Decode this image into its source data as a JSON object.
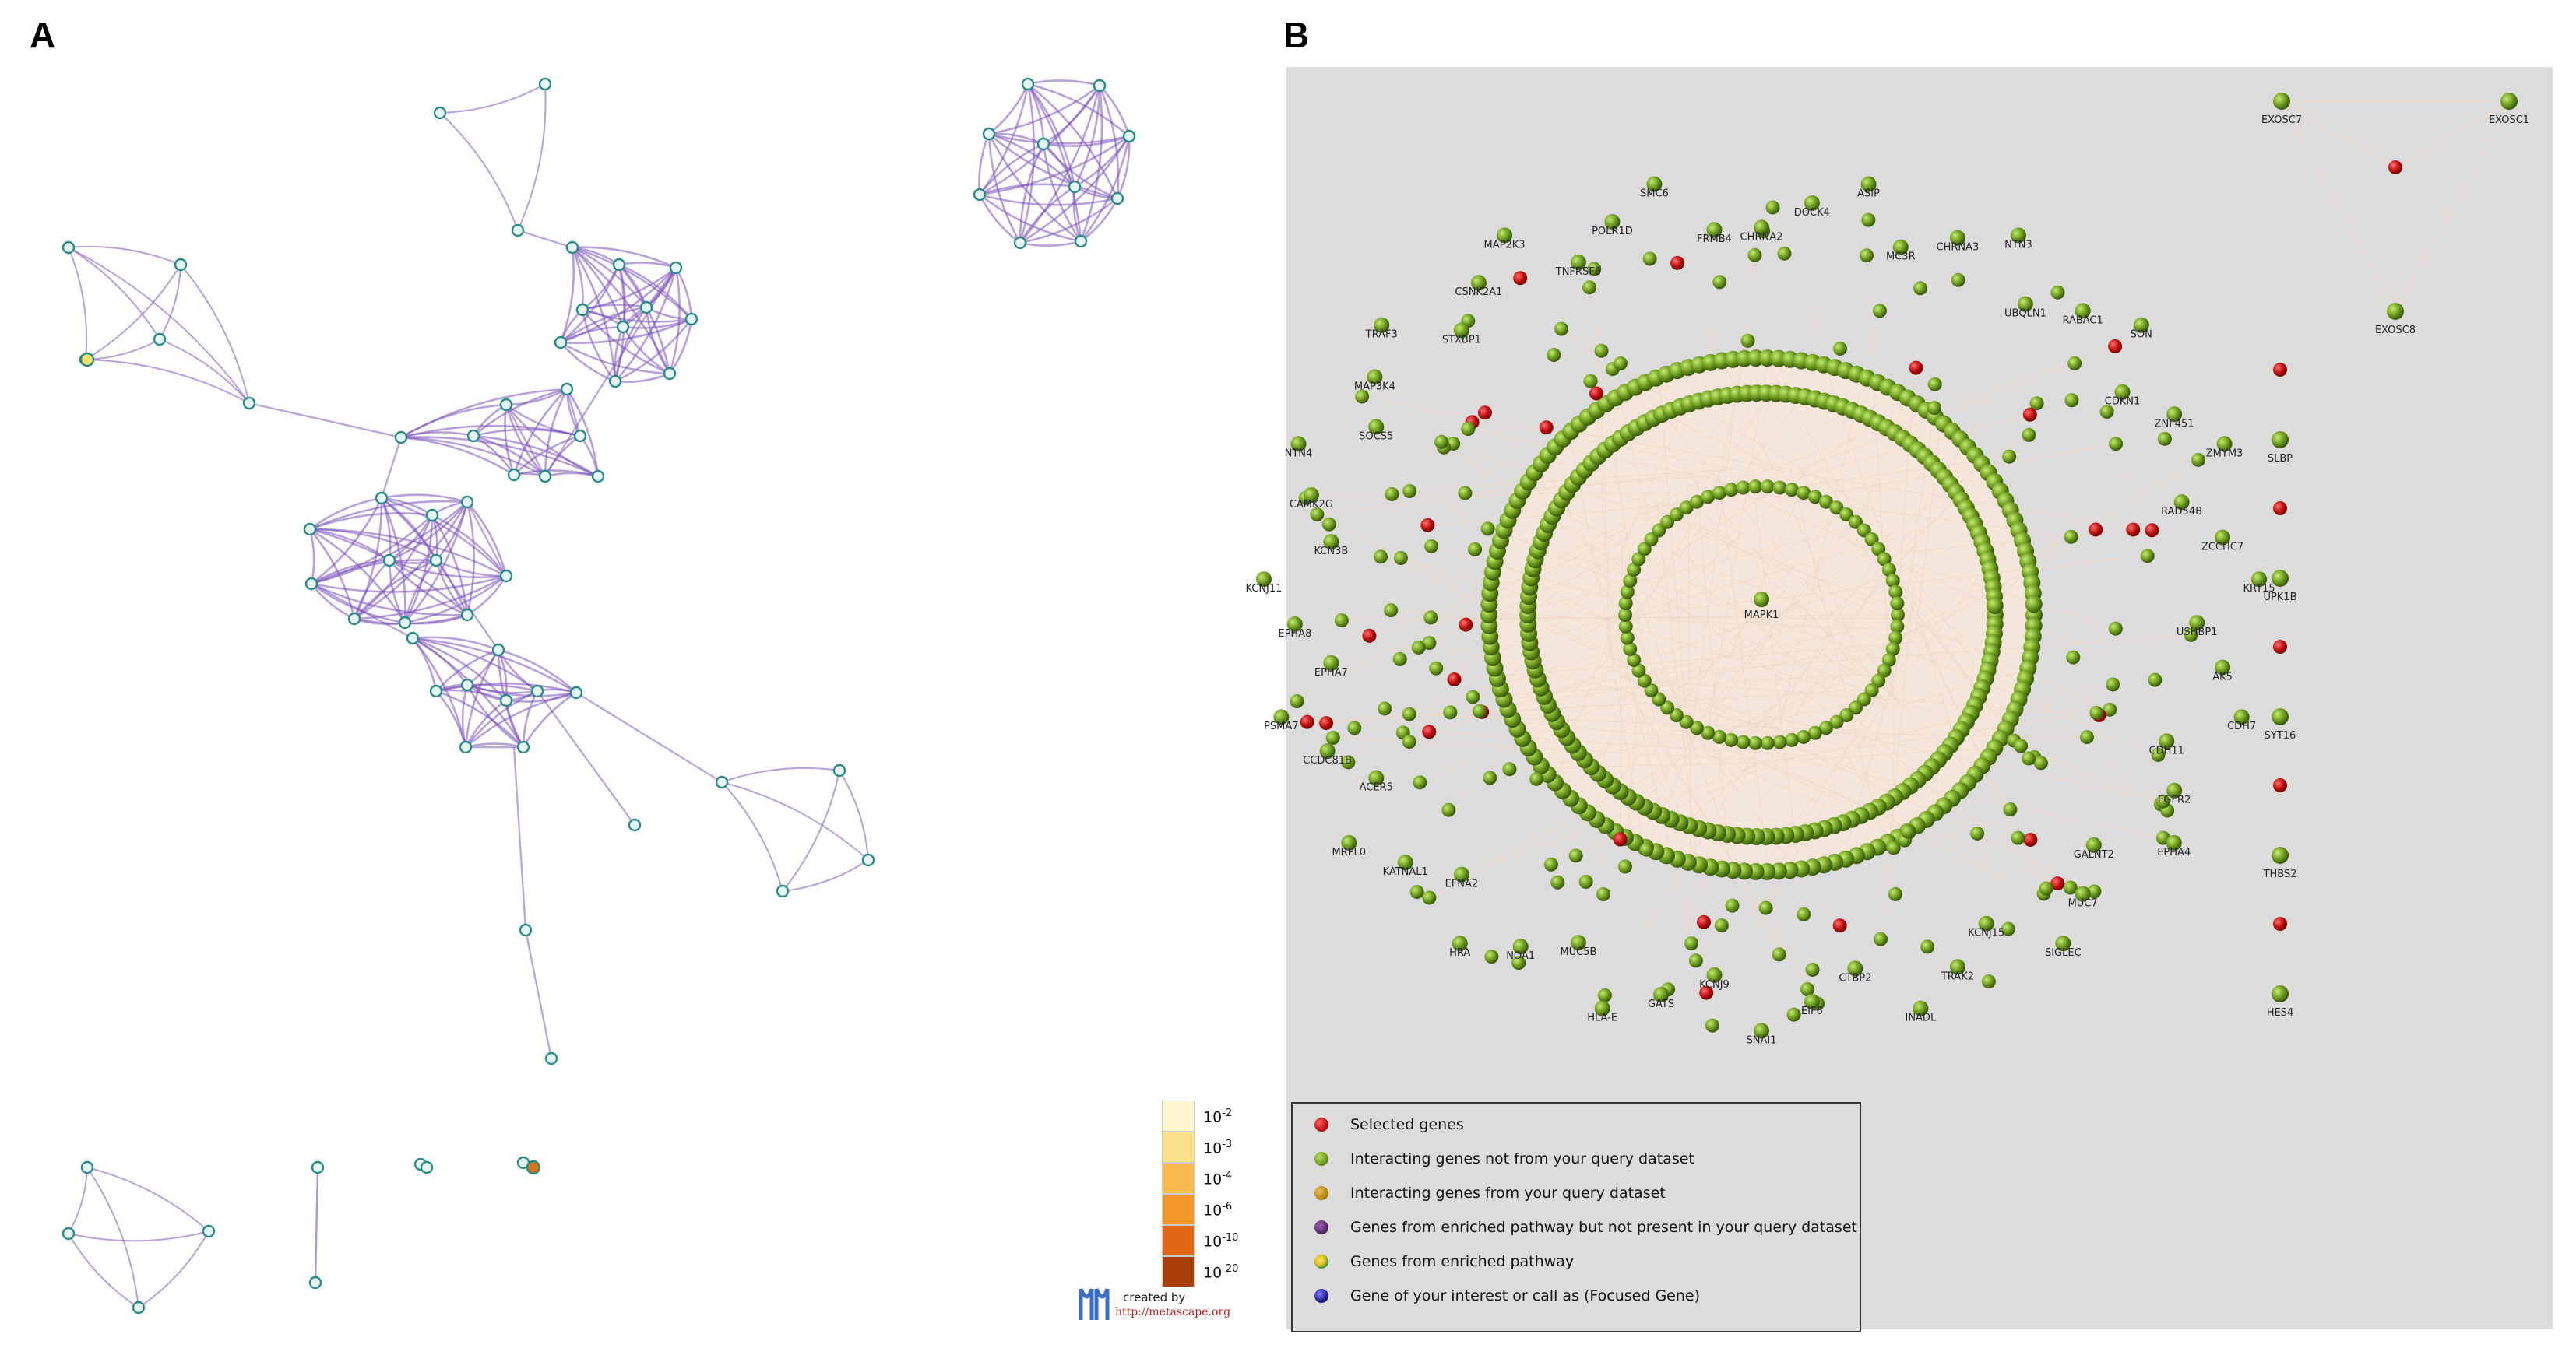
{
  "panels": {
    "a_label": "A",
    "b_label": "B"
  },
  "colors": {
    "edge_purple": "#7b52b9",
    "node_fill": "#e6f7f1",
    "node_stroke": "#2a8a8a",
    "green_node": "#6c9a1e",
    "red_node": "#c01010",
    "panel_b_bg": "#dcdcdc"
  },
  "scale": {
    "entries": [
      {
        "base": "10",
        "exp": "-2",
        "color": "#fff6d2"
      },
      {
        "base": "10",
        "exp": "-3",
        "color": "#fde08a"
      },
      {
        "base": "10",
        "exp": "-4",
        "color": "#f9b84a"
      },
      {
        "base": "10",
        "exp": "-6",
        "color": "#f29628"
      },
      {
        "base": "10",
        "exp": "-10",
        "color": "#e06812"
      },
      {
        "base": "10",
        "exp": "-20",
        "color": "#a83e08"
      }
    ]
  },
  "credit": {
    "line1": "created by",
    "line2": "http://metascape.org"
  },
  "legend": {
    "items": [
      {
        "label": "Selected genes",
        "color": "#c01010"
      },
      {
        "label": "Interacting genes not from your query dataset",
        "color": "#6c9a1e"
      },
      {
        "label": "Interacting genes from your query dataset",
        "color": "#b8860b"
      },
      {
        "label": "Genes from enriched pathway but not present in your query dataset",
        "color": "#5a2a6a"
      },
      {
        "label": "Genes from enriched pathway",
        "color": "#e8c020"
      },
      {
        "label": "Gene of your interest or call as (Focused Gene)",
        "color": "#1a1a8a"
      }
    ]
  },
  "network_b": {
    "center": "MAPK1",
    "outer_labels": [
      "CHRNA2",
      "DOCK4",
      "ASIP",
      "MC3R",
      "CHRNA3",
      "NTN3",
      "UBQLN1",
      "RABAC1",
      "SON",
      "CDKN1",
      "ZNF451",
      "ZMYM3",
      "RAD54B",
      "ZCCHC7",
      "KRT15",
      "USHBP1",
      "AK5",
      "CDH7",
      "CDH11",
      "FGFR2",
      "EPHA4",
      "GALNT2",
      "MUC7",
      "SIGLEC",
      "KCNJ15",
      "TRAK2",
      "INADL",
      "CTBP2",
      "EIF6",
      "SNAI1",
      "KCNJ9",
      "GATS",
      "HLA-E",
      "MUC5B",
      "NOA1",
      "HRA",
      "EFNA2",
      "KATNAL1",
      "MRPL0",
      "ACER5",
      "CCDC81B",
      "PSMA7",
      "EPHA7",
      "EPHA8",
      "KCNJ11",
      "KCN3B",
      "CAMK2G",
      "NTN4",
      "SOCS5",
      "MAP3K4",
      "TRAF3",
      "STXBP1",
      "CSNK2A1",
      "MAP2K3",
      "TNFRSF6",
      "POLR1D",
      "SMC6",
      "FRMB4"
    ],
    "side_top": [
      "EXOSC7",
      "EXOSC1",
      "EXOSC8"
    ],
    "side_col": [
      "SLBP",
      "UPK1B",
      "SYT16",
      "THBS2",
      "HES4"
    ]
  }
}
